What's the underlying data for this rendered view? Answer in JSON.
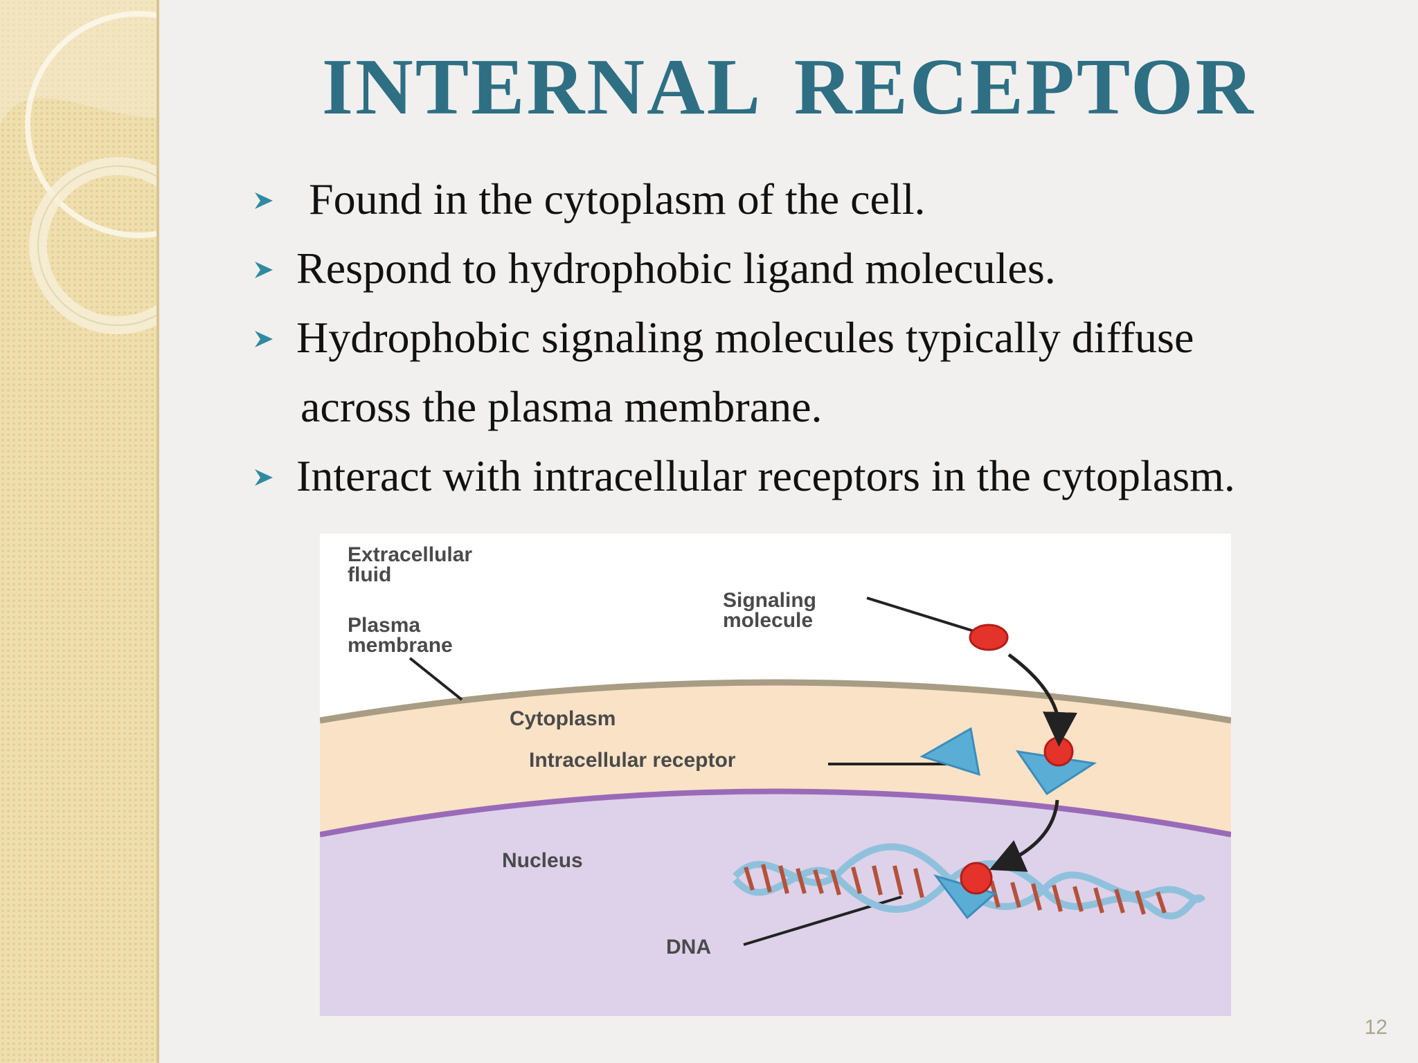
{
  "slide": {
    "title": "INTERNAL RECEPTOR",
    "bullets": [
      "Found in the cytoplasm of the cell.",
      "Respond to hydrophobic ligand molecules.",
      "Hydrophobic signaling molecules typically diffuse",
      "across the plasma membrane.",
      "Interact with intracellular receptors in the cytoplasm."
    ],
    "page_number": "12"
  },
  "figure": {
    "labels": {
      "extracellular_1": "Extracellular",
      "extracellular_2": "fluid",
      "signaling_1": "Signaling",
      "signaling_2": "molecule",
      "plasma_1": "Plasma",
      "plasma_2": "membrane",
      "cytoplasm": "Cytoplasm",
      "receptor": "Intracellular receptor",
      "nucleus": "Nucleus",
      "dna": "DNA"
    },
    "colors": {
      "cytoplasm": "#f9e2c6",
      "nucleus": "#ddd2ea",
      "membrane": "#a89c84",
      "nuclear_envelope": "#9a6ab8",
      "molecule": "#e4332a",
      "receptor": "#5aaed6"
    }
  },
  "theme": {
    "title_color": "#2e6f84",
    "bullet_color": "#2e8aa0",
    "sidebar_color": "#efdfae"
  }
}
